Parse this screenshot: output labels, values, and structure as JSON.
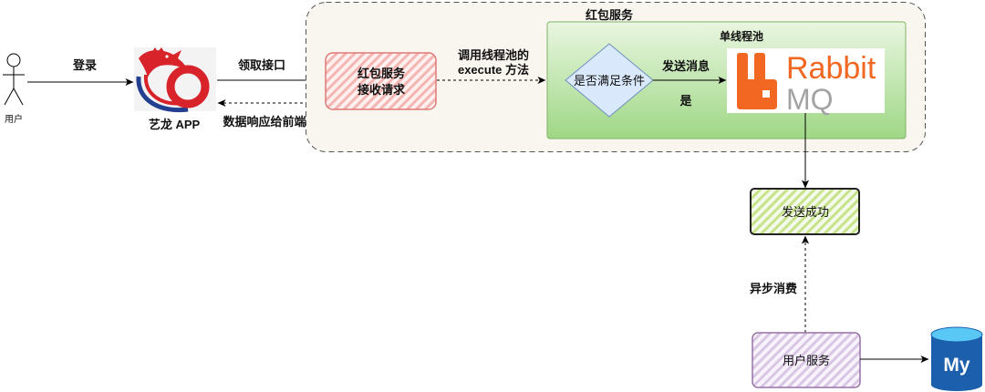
{
  "user": {
    "label": "用户",
    "icon": "user-stick-figure-icon"
  },
  "app": {
    "label": "艺龙 APP",
    "icon": "elong-logo-icon"
  },
  "edges": {
    "login": "登录",
    "claim_api": "领取接口",
    "response_to_frontend": "数据响应给前端",
    "call_thread_pool": [
      "调用线程池的",
      "execute 方法"
    ],
    "send_message": "发送消息",
    "yes": "是",
    "async_consume": "异步消费"
  },
  "groups": {
    "redpacket_service": "红包服务",
    "single_thread_pool": "单线程池"
  },
  "nodes": {
    "receive_request": [
      "红包服务",
      "接收请求"
    ],
    "condition": "是否满足条件",
    "send_success": "发送成功",
    "user_service": "用户服务"
  },
  "logos": {
    "rabbitmq": {
      "word1": "Rabbit",
      "word2": "MQ",
      "icon": "rabbitmq-logo-icon"
    },
    "mysql": {
      "text": "My",
      "icon": "mysql-database-icon"
    }
  },
  "colors": {
    "redpacket_hatch": "#f5b5b2",
    "thread_pool_green": "#9fd786",
    "decision_fill": "#dae8fc",
    "send_success_hatch": "#c6e38a",
    "user_service_hatch": "#d8c6e4",
    "rabbitmq_orange": "#f26722",
    "mysql_blue": "#1b5fad"
  }
}
